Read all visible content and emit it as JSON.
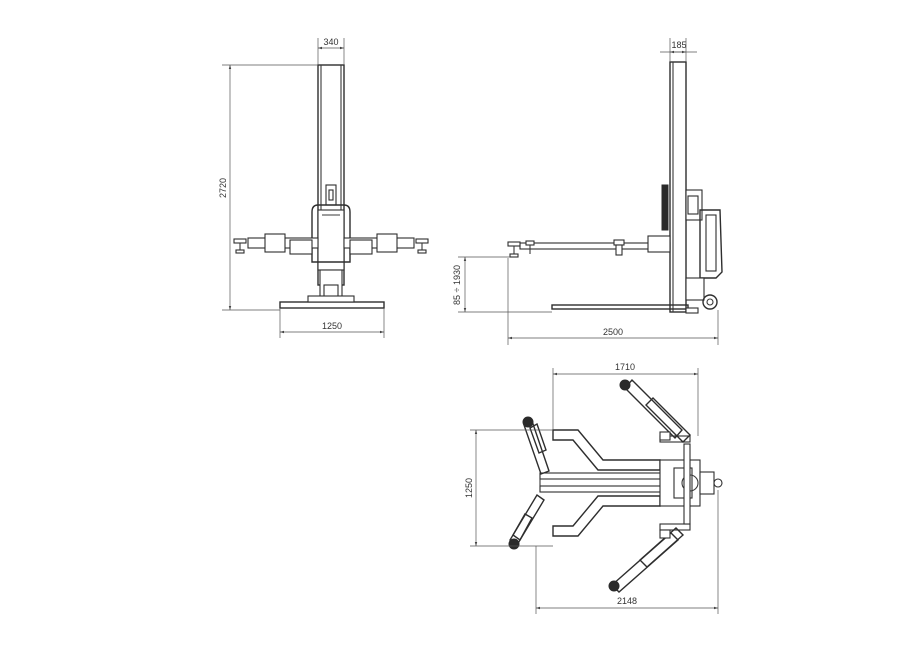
{
  "dimensions": {
    "front_top_width": "340",
    "front_height": "2720",
    "front_base_width": "1250",
    "side_top_width": "185",
    "side_lift_range": "85 ÷ 1930",
    "side_base_length": "2500",
    "top_width": "1710",
    "top_height": "1250",
    "top_total_length": "2148"
  },
  "colors": {
    "line": "#2e2e2e",
    "background": "#ffffff"
  }
}
